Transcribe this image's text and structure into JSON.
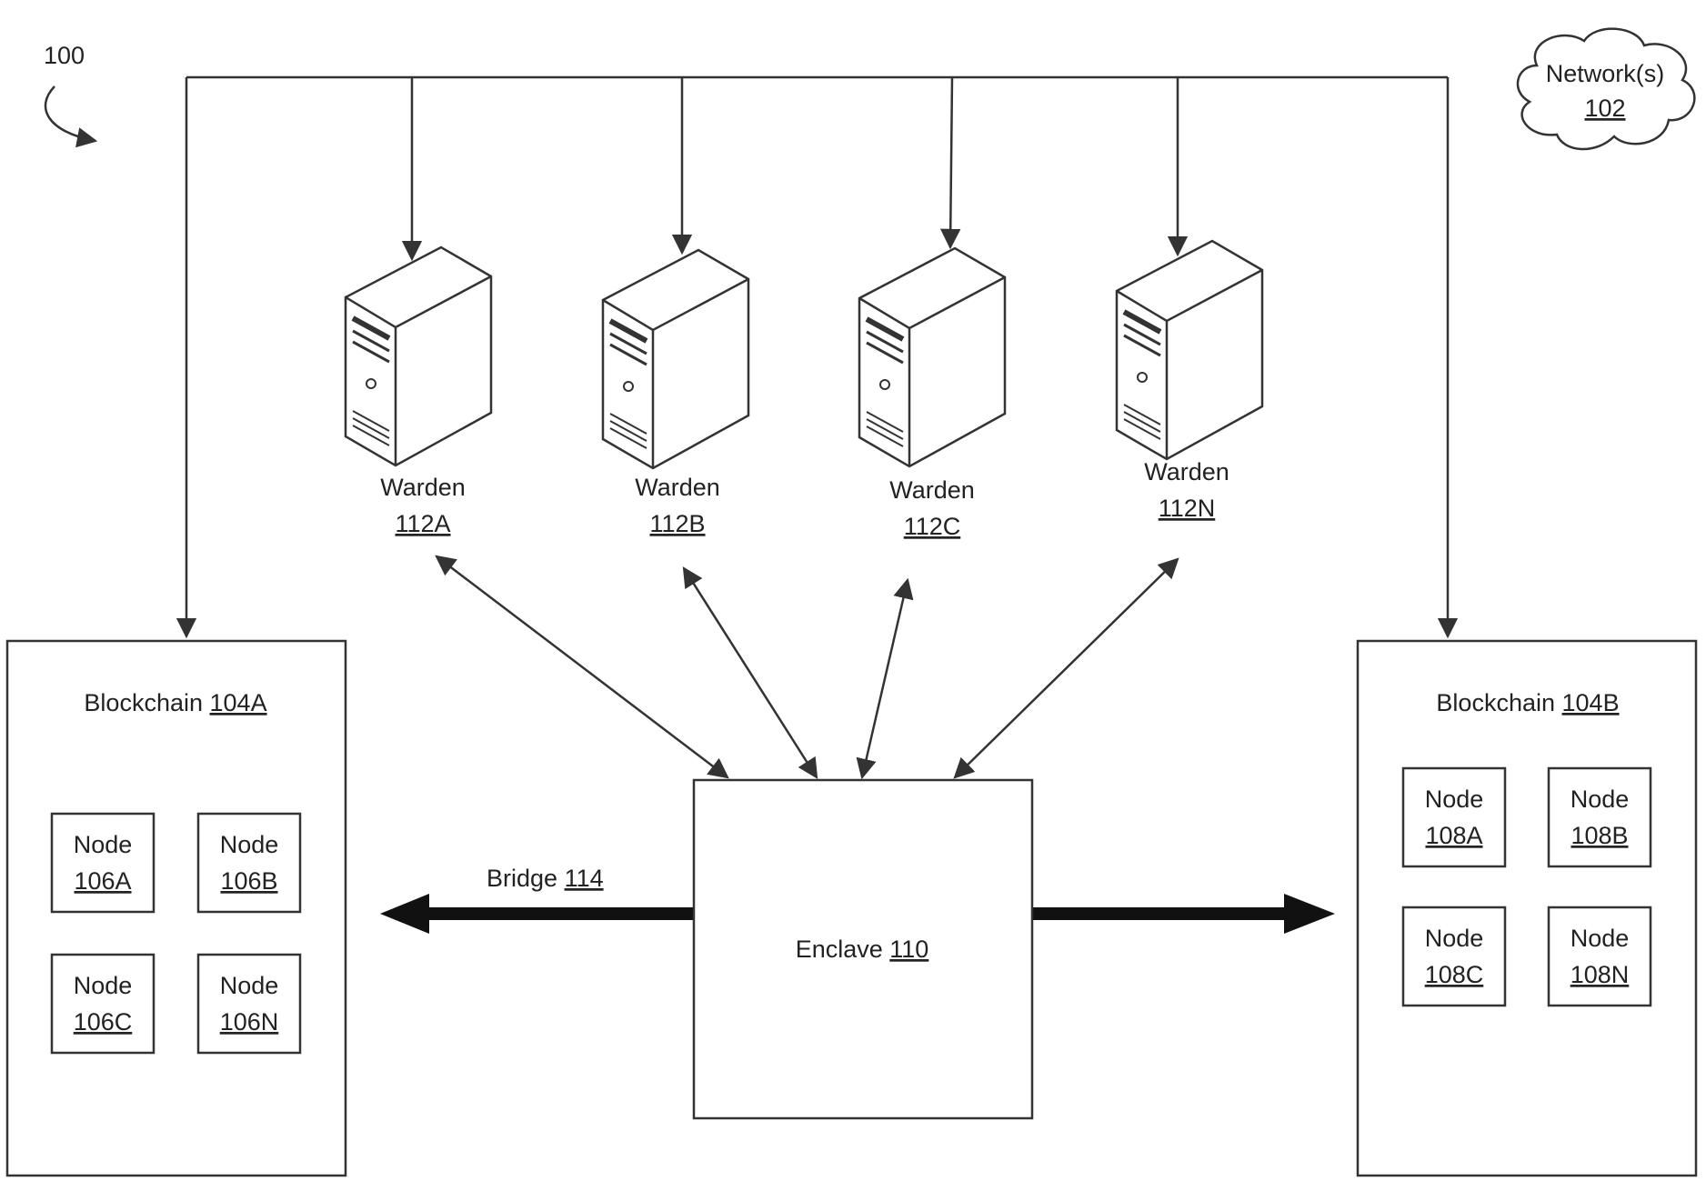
{
  "figure": {
    "ref": "100"
  },
  "network": {
    "label": "Network(s)",
    "ref": "102"
  },
  "blockchain_a": {
    "label": "Blockchain",
    "ref": "104A",
    "nodes": [
      {
        "label": "Node",
        "ref": "106A"
      },
      {
        "label": "Node",
        "ref": "106B"
      },
      {
        "label": "Node",
        "ref": "106C"
      },
      {
        "label": "Node",
        "ref": "106N"
      }
    ]
  },
  "blockchain_b": {
    "label": "Blockchain",
    "ref": "104B",
    "nodes": [
      {
        "label": "Node",
        "ref": "108A"
      },
      {
        "label": "Node",
        "ref": "108B"
      },
      {
        "label": "Node",
        "ref": "108C"
      },
      {
        "label": "Node",
        "ref": "108N"
      }
    ]
  },
  "enclave": {
    "label": "Enclave",
    "ref": "110"
  },
  "bridge": {
    "label": "Bridge",
    "ref": "114"
  },
  "wardens": [
    {
      "label": "Warden",
      "ref": "112A"
    },
    {
      "label": "Warden",
      "ref": "112B"
    },
    {
      "label": "Warden",
      "ref": "112C"
    },
    {
      "label": "Warden",
      "ref": "112N"
    }
  ]
}
